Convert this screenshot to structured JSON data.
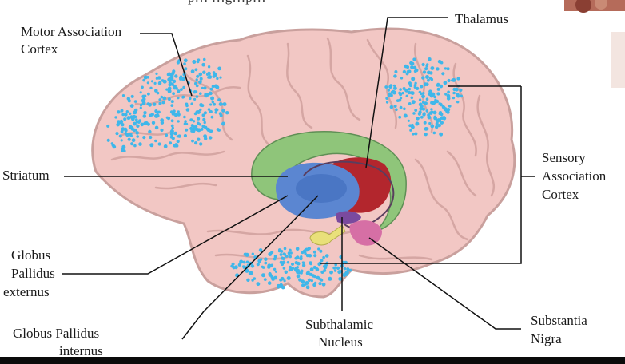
{
  "top_text": "p… …g…p…",
  "labels": {
    "motor": [
      "Motor Association",
      "Cortex"
    ],
    "thalamus": "Thalamus",
    "striatum": "Striatum",
    "sensory": [
      "Sensory",
      "Association",
      "Cortex"
    ],
    "gpe": [
      "Globus",
      "Pallidus",
      "externus"
    ],
    "gpi": [
      "Globus Pallidus",
      "internus"
    ],
    "stn": [
      "Subthalamic",
      "Nucleus"
    ],
    "sn": [
      "Substantia",
      "Nigra"
    ]
  },
  "colors": {
    "brain_fill": "#f2c7c4",
    "brain_outline": "#c9a09d",
    "gyri": "#d5a6a3",
    "dots": "#3fb7ea",
    "striatum": "#8fc57a",
    "globus": "#5b86d1",
    "globus_inner": "#4a76c4",
    "thalamus": "#b3262d",
    "stn": "#7a4a9e",
    "sn": "#d66fa5",
    "amygdala": "#e9e07a",
    "leader": "#111111"
  }
}
